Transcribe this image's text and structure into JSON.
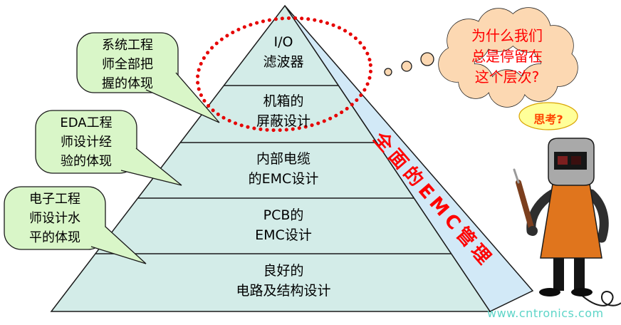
{
  "pyramid": {
    "front_color": "#d3ece8",
    "side_color": "#d2e9f7",
    "levels": [
      {
        "line1": "I/O",
        "line2": "滤波器"
      },
      {
        "line1": "机箱的",
        "line2": "屏蔽设计"
      },
      {
        "line1": "内部电缆",
        "line2": "的EMC设计"
      },
      {
        "line1": "PCB的",
        "line2": "EMC设计"
      },
      {
        "line1": "良好的",
        "line2": "电路及结构设计"
      }
    ],
    "side_label": "全面的EMC管理",
    "side_label_color": "#ff0000"
  },
  "callouts": [
    {
      "lines": [
        "系统工程",
        "师全部把",
        "握的体现"
      ]
    },
    {
      "lines": [
        "EDA工程",
        "师设计经",
        "验的体现"
      ]
    },
    {
      "lines": [
        "电子工程",
        "师设计水",
        "平的体现"
      ]
    }
  ],
  "thought": {
    "lines": [
      "为什么我们",
      "总是停留在",
      "这个层次?"
    ],
    "fill": "#fcd8b2",
    "text_color": "#ff0000"
  },
  "think": {
    "text": "思考?",
    "fill": "#ffff99",
    "text_color": "#ff4400"
  },
  "highlight_ellipse_color": "#e60000",
  "colors": {
    "callout_fill": "#d9f6c8",
    "outline": "#1a1a1a"
  },
  "watermark": {
    "text": "www.cntronics.com",
    "color": "#5ed5c8"
  }
}
